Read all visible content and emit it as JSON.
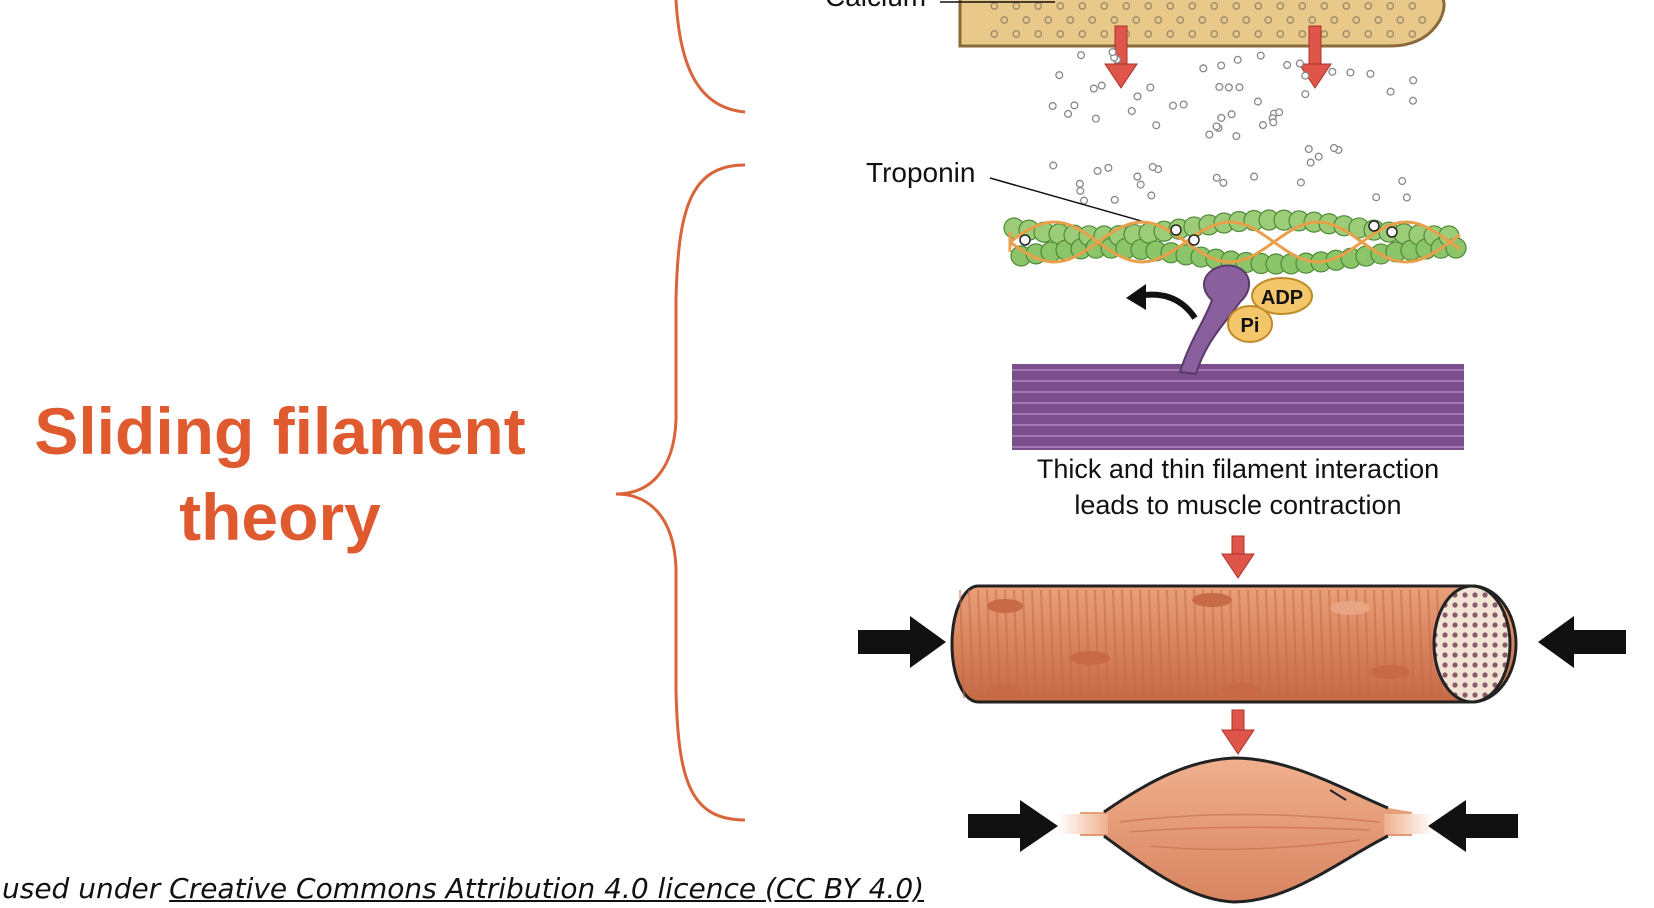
{
  "title": {
    "line1": "Sliding filament",
    "line2": "theory"
  },
  "labels": {
    "calcium": "Calcium",
    "troponin": "Troponin",
    "adp": "ADP",
    "pi": "Pi",
    "caption_line1": "Thick and thin filament interaction",
    "caption_line2": "leads to muscle contraction"
  },
  "credit": {
    "prefix": "used under ",
    "licence": "Creative Commons Attribution 4.0 licence (CC BY 4.0)"
  },
  "colors": {
    "title": "#e05a30",
    "brace": "#d9643a",
    "arrow_red": "#e0554a",
    "thick_filament": "#7a4f8c",
    "actin": "#8cc46a",
    "tropomyosin": "#e8a04a",
    "muscle_fiber": "#d8845e"
  }
}
